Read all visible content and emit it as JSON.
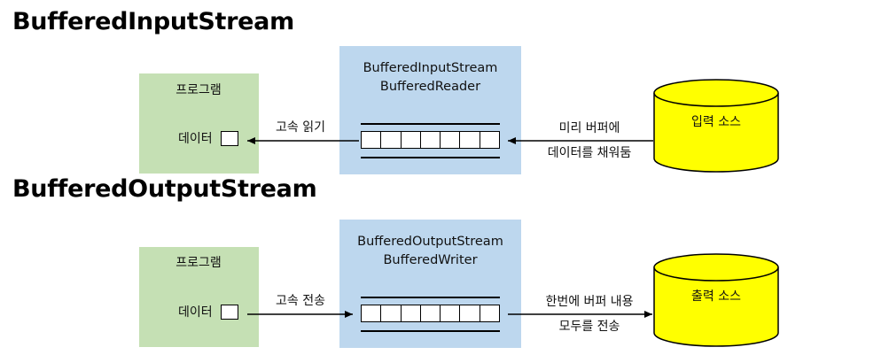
{
  "input_section": {
    "title": "BufferedInputStream",
    "program_label": "프로그램",
    "data_label": "데이터",
    "buffer_titles": [
      "BufferedInputStream",
      "BufferedReader"
    ],
    "program_arrow_label": "고속 읽기",
    "source_arrow_label": [
      "미리 버퍼에",
      "데이터를 채워둠"
    ],
    "source_label": "입력 소스"
  },
  "output_section": {
    "title": "BufferedOutputStream",
    "program_label": "프로그램",
    "data_label": "데이터",
    "buffer_titles": [
      "BufferedOutputStream",
      "BufferedWriter"
    ],
    "program_arrow_label": "고속 전송",
    "sink_arrow_label": [
      "한번에 버퍼 내용",
      "모두를 전송"
    ],
    "sink_label": "출력 소스"
  },
  "colors": {
    "program_box": "#c5e0b4",
    "buffer_box": "#bdd7ee",
    "cylinder": "#ffff00"
  }
}
